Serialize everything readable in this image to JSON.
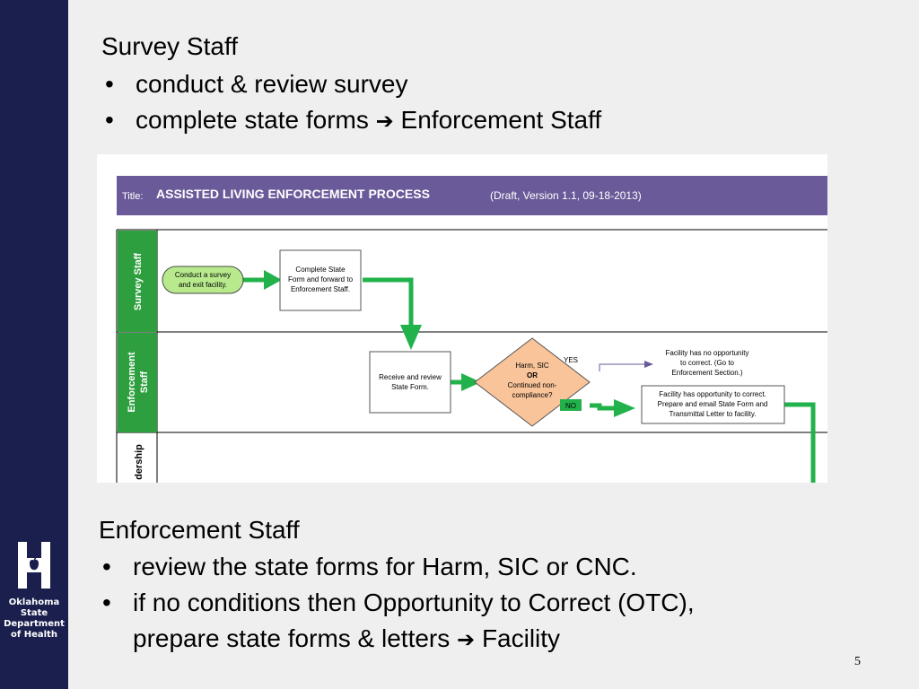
{
  "top_section": {
    "heading": "Survey Staff",
    "bullets": [
      {
        "text": "conduct & review survey"
      },
      {
        "text": "complete state forms",
        "arrow": "➔",
        "after": "Enforcement Staff"
      }
    ]
  },
  "diagram": {
    "title_prefix": "Title:",
    "title": "ASSISTED LIVING ENFORCEMENT PROCESS",
    "version": "(Draft, Version 1.1, 09-18-2013)",
    "lanes": [
      "Survey Staff",
      "Enforcement Staff",
      "dership"
    ],
    "nodes": {
      "conduct_survey": [
        "Conduct a survey",
        "and exit facility."
      ],
      "complete_form": [
        "Complete State",
        "Form and forward to",
        "Enforcement Staff."
      ],
      "receive_review": [
        "Receive and review",
        "State Form."
      ],
      "decision": [
        "Harm, SIC",
        "OR",
        "Continued non-",
        "compliance?"
      ],
      "no_opportunity": [
        "Facility has no opportunity",
        "to correct.  (Go to",
        "Enforcement Section.)"
      ],
      "has_opportunity": [
        "Facility has opportunity to correct.",
        "Prepare and email State Form and",
        "Transmittal Letter to facility."
      ]
    },
    "yes_label": "YES",
    "no_label": "NO",
    "colors": {
      "title_bar": "#6b5a99",
      "lane_header": "#2e9f3e",
      "flow_arrow": "#22b24c",
      "decision": "#f9c49a",
      "start_node": "#b8ea8d"
    }
  },
  "bottom_section": {
    "heading": "Enforcement Staff",
    "bullets": [
      {
        "lines": [
          "review the state forms for Harm, SIC or CNC."
        ]
      },
      {
        "lines": [
          "if no conditions then Opportunity to Correct (OTC),",
          "prepare state forms & letters"
        ],
        "arrow": "➔",
        "after": "Facility"
      }
    ]
  },
  "logo": {
    "lines": [
      "Oklahoma",
      "State",
      "Department",
      "of Health"
    ],
    "icon": "oklahoma-h-apple-icon"
  },
  "page_number": "5"
}
